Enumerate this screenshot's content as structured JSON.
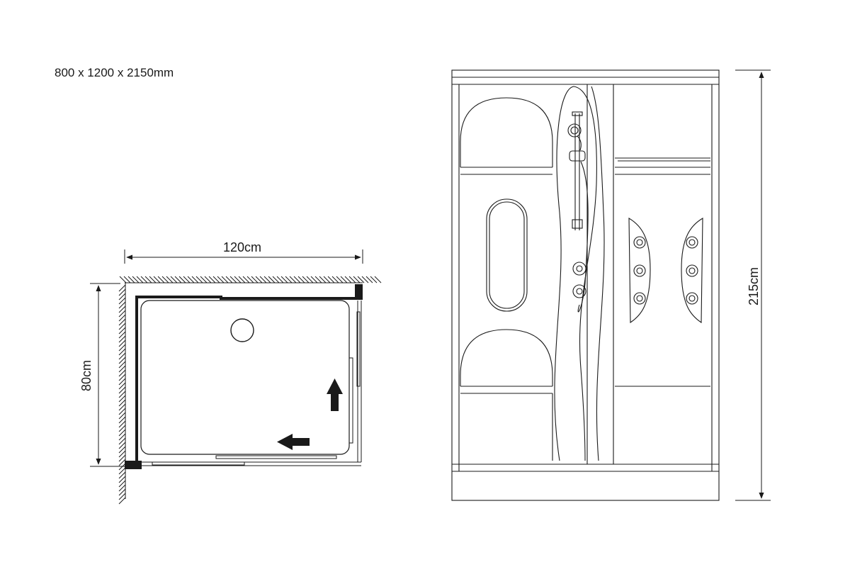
{
  "dimensions_text": "800 x 1200 x 2150mm",
  "plan": {
    "width_label": "120cm",
    "depth_label": "80cm"
  },
  "elevation": {
    "height_label": "215cm"
  },
  "colors": {
    "line": "#1a1a1a",
    "fill": "#ffffff"
  }
}
